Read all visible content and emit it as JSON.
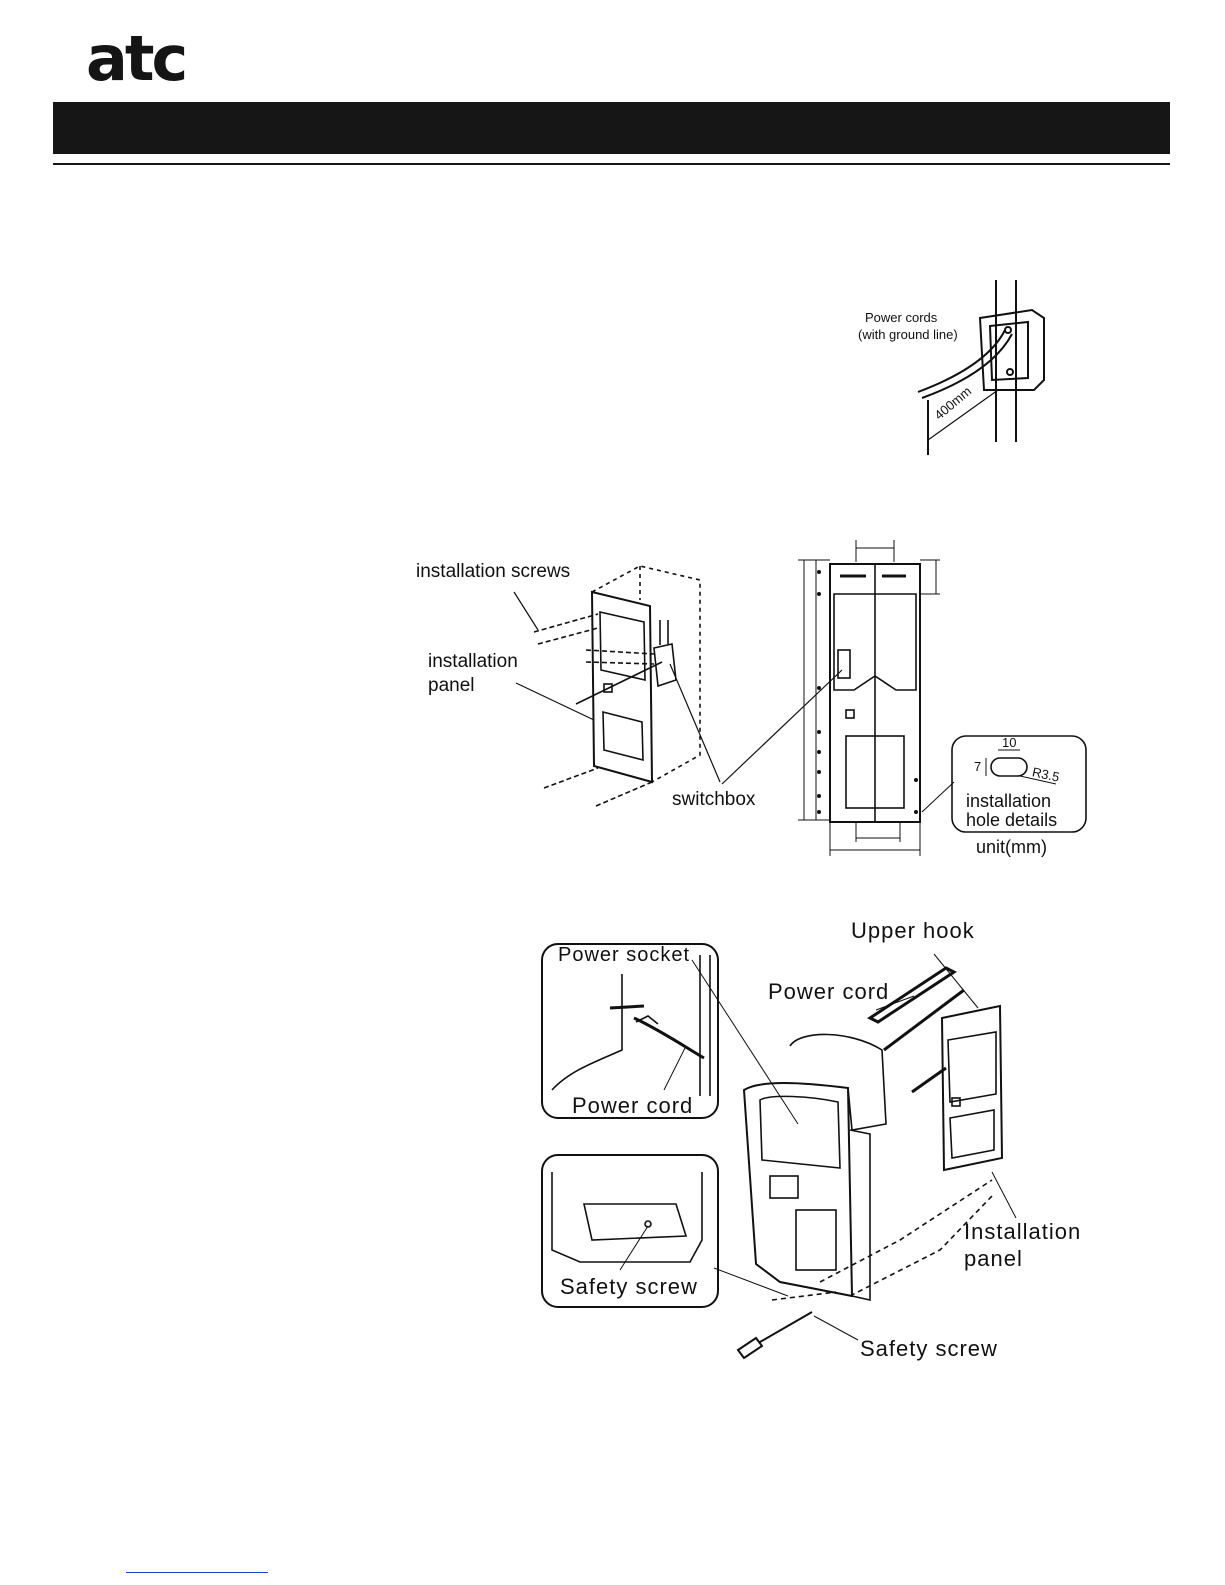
{
  "brand": {
    "logo_text": "atc"
  },
  "figure1": {
    "power_cords_line1": "Power cords",
    "power_cords_line2": "(with ground line)",
    "distance": "400mm"
  },
  "figure2": {
    "installation_screws": "installation screws",
    "installation_panel_line1": "installation",
    "installation_panel_line2": "panel",
    "switchbox": "switchbox",
    "hole_width": "10",
    "hole_height": "7",
    "hole_radius": "R3.5",
    "hole_details_line1": "installation",
    "hole_details_line2": "hole details",
    "unit": "unit(mm)"
  },
  "figure3": {
    "upper_hook": "Upper  hook",
    "power_socket": "Power socket",
    "power_cord_main": "Power cord",
    "power_cord_inset": "Power cord",
    "safety_screw_inset": "Safety screw",
    "installation_panel_line1": "Installation",
    "installation_panel_line2": "panel",
    "safety_screw_main": "Safety screw"
  }
}
